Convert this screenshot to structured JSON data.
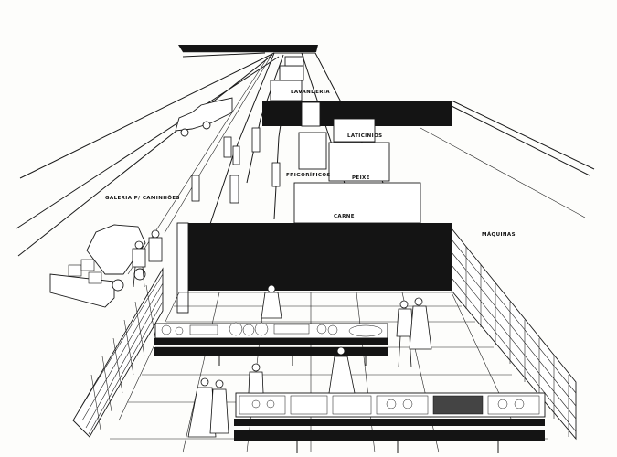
{
  "labels": {
    "lavanderia": "LAVANDERIA",
    "laticinios": "LATICÍNIOS",
    "frigorificos": "FRIGORÍFICOS",
    "peixe": "PEIXE",
    "carne": "CARNE",
    "galeria": "GALERIA P/ CAMINHÕES",
    "maquinas": "MÁQUINAS"
  },
  "colors": {
    "ink": "#141414",
    "paper": "#fdfdfb"
  }
}
